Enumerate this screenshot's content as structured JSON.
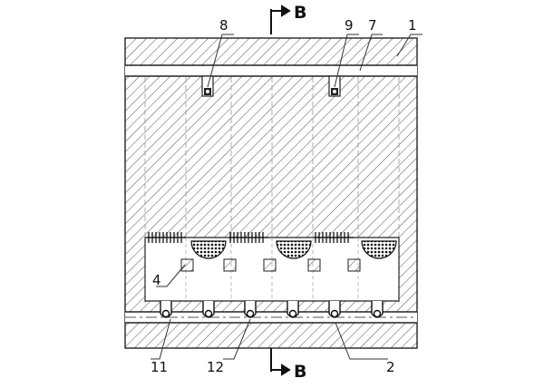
{
  "section_marker": {
    "top_label": "B",
    "bottom_label": "B"
  },
  "callouts": [
    {
      "id": "c1",
      "text": "1"
    },
    {
      "id": "c7",
      "text": "7"
    },
    {
      "id": "c9",
      "text": "9"
    },
    {
      "id": "c8",
      "text": "8"
    },
    {
      "id": "c4",
      "text": "4"
    },
    {
      "id": "c11",
      "text": "11"
    },
    {
      "id": "c12",
      "text": "12"
    },
    {
      "id": "c2",
      "text": "2"
    }
  ]
}
